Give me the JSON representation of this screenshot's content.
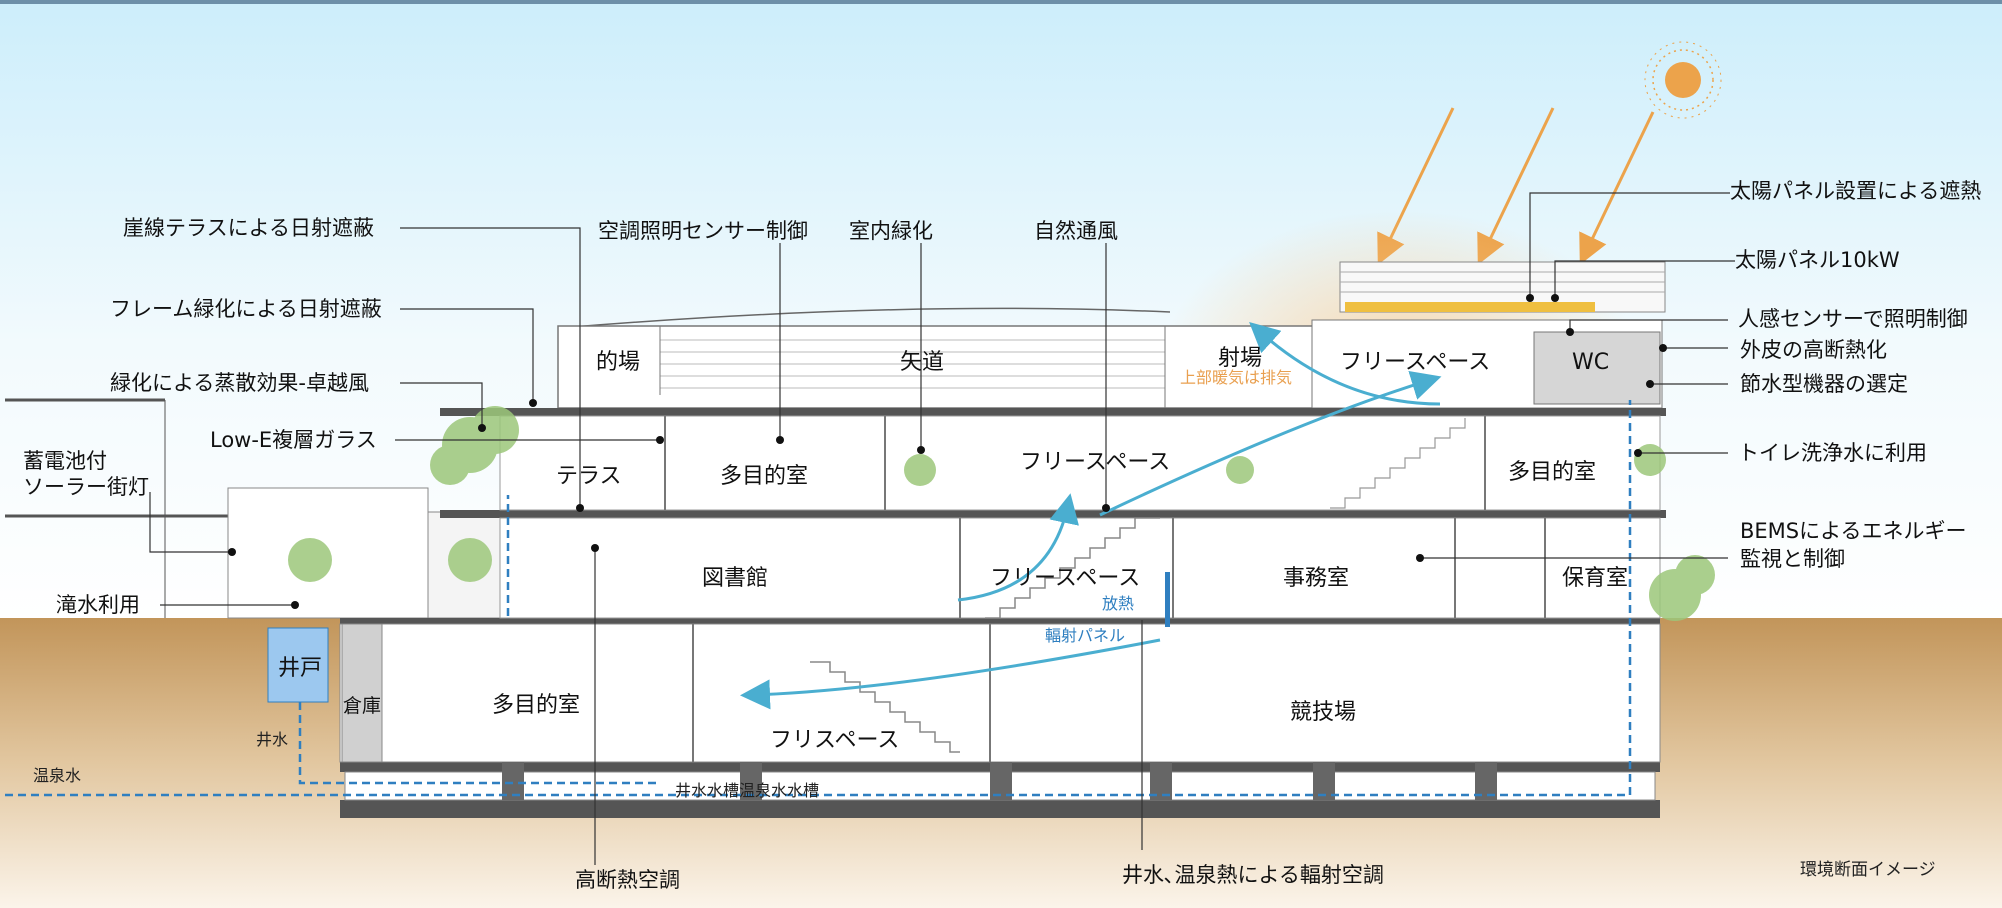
{
  "caption": "環境断面イメージ",
  "colors": {
    "sky_top": "#cfeefb",
    "ground": "#c79a5e",
    "water": "#2f7fc0",
    "air": "#4aaed0",
    "sun": "#eca34b",
    "bar": "#6d8fa8"
  },
  "labels": {
    "cliff_terrace": "崖線テラスによる日射遮蔽",
    "frame_green": "フレーム緑化による日射遮蔽",
    "evap_cooling": "緑化による蒸散効果-卓越風",
    "lowe_glass": "Low-E複層ガラス",
    "battery_light_1": "蓄電池付",
    "battery_light_2": "ソーラー街灯",
    "rainwater": "滝水利用",
    "hvac_sensor": "空調照明センサー制御",
    "indoor_green": "室内緑化",
    "natural_vent": "自然通風",
    "solar_shade": "太陽パネル設置による遮熱",
    "solar_10kw": "太陽パネル10kW",
    "motion_sensor": "人感センサーで照明制御",
    "insulation": "外皮の高断熱化",
    "water_saving": "節水型機器の選定",
    "toilet_water": "トイレ洗浄水に利用",
    "bems_1": "BEMSによるエネルギー",
    "bems_2": "監視と制御",
    "high_insulation_ac": "高断熱空調",
    "radiant_ac": "井水､温泉熱による輻射空調"
  },
  "rooms": {
    "target": "的場",
    "arrow_path": "矢道",
    "shooting": "射場",
    "free_space_roof": "フリースペース",
    "wc": "WC",
    "terrace": "テラス",
    "multipurpose_a": "多目的室",
    "free_space_2f": "フリースペース",
    "multipurpose_b": "多目的室",
    "library": "図書館",
    "free_space_1f": "フリースペース",
    "office": "事務室",
    "nursery": "保育室",
    "well": "井戸",
    "storage": "倉庫",
    "multipurpose_c": "多目的室",
    "free_space_b1": "フリスペース",
    "arena": "競技場"
  },
  "notes": {
    "exhaust": "上部暖気は排気",
    "heat_release": "放熱",
    "radiant_panel": "輻射パネル",
    "well_water": "井水",
    "hot_spring": "温泉水",
    "tanks": "井水水槽温泉水水槽"
  }
}
